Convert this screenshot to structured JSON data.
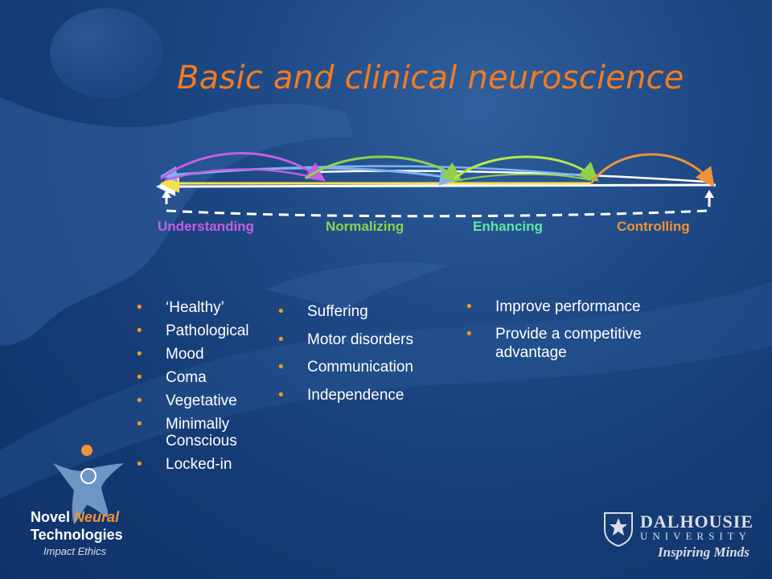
{
  "title": "Basic and clinical neuroscience",
  "stages": [
    {
      "label": "Understanding",
      "color": "#c45ee8"
    },
    {
      "label": "Normalizing",
      "color": "#8fd14a"
    },
    {
      "label": "Enhancing",
      "color": "#5ee8a0"
    },
    {
      "label": "Controlling",
      "color": "#f0923a"
    }
  ],
  "columns": [
    {
      "items": [
        "‘Healthy’",
        "Pathological",
        "Mood",
        "Coma",
        "Vegetative",
        "Minimally Conscious",
        "Locked-in"
      ]
    },
    {
      "items": [
        "Suffering",
        "Motor disorders",
        "Communication",
        "Independence"
      ]
    },
    {
      "items": [
        "Improve performance",
        "Provide a competitive advantage"
      ]
    }
  ],
  "bullet": "•",
  "logos": {
    "left": {
      "line1": "Novel Neural",
      "line1_word1": "Novel",
      "line1_word2": "Neural",
      "line2": "Technologies",
      "line3": "Impact Ethics"
    },
    "right": {
      "name": "DALHOUSIE",
      "sub": "UNIVERSITY",
      "tagline": "Inspiring Minds"
    }
  },
  "colors": {
    "title": "#f47b1f",
    "bullet": "#f29a1a",
    "text": "#ffffff",
    "background": "#163d77",
    "arc_orange": "#f0923a",
    "arc_yellow": "#f4e04d",
    "arc_blue": "#7fb2ee",
    "arc_green": "#8fd14a",
    "arc_purple": "#c45ee8"
  }
}
